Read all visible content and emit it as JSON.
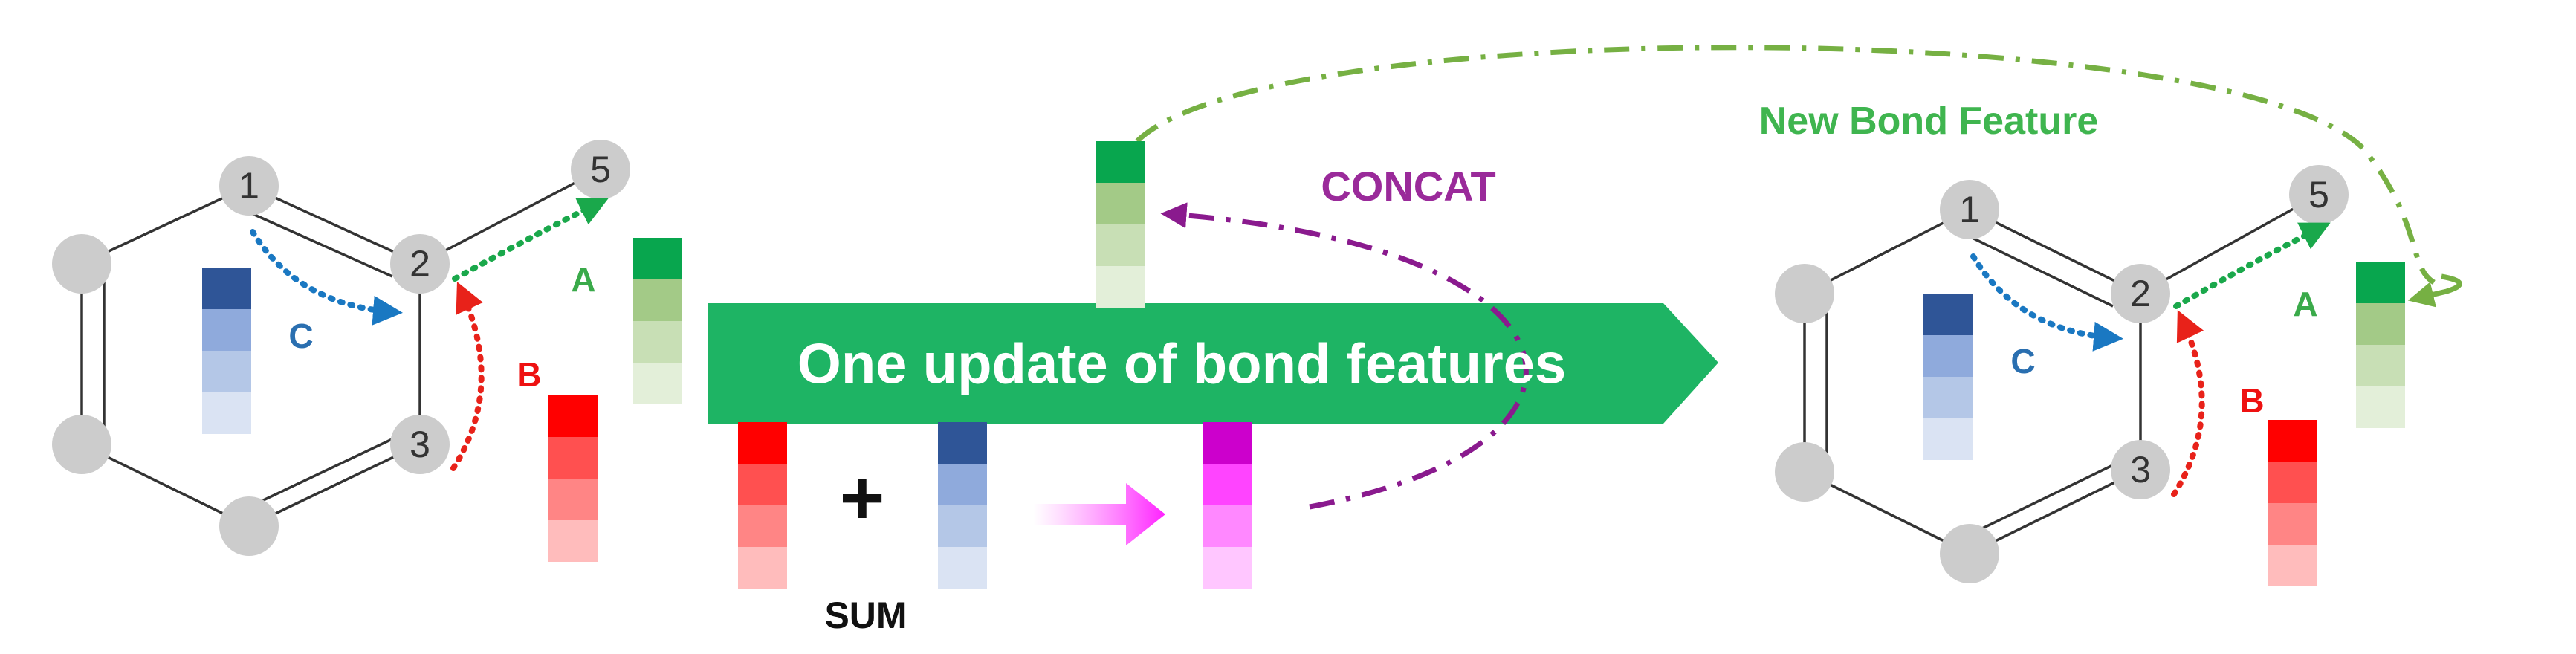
{
  "banner": {
    "text": "One update of bond features"
  },
  "operations": {
    "concat": "CONCAT",
    "sum": "SUM",
    "plus": "+"
  },
  "new_feature_label": "New Bond Feature",
  "left_molecule": {
    "nodes": {
      "n1": "1",
      "n2": "2",
      "n3": "3",
      "n5": "5"
    },
    "labels": {
      "a": "A",
      "b": "B",
      "c": "C"
    }
  },
  "right_molecule": {
    "nodes": {
      "n1": "1",
      "n2": "2",
      "n3": "3",
      "n5": "5"
    },
    "labels": {
      "a": "A",
      "b": "B",
      "c": "C"
    }
  },
  "colors": {
    "banner": "#1eb464",
    "green_label": "#3aaa4a",
    "red_label": "#ee1111",
    "blue_label": "#2a6fb0",
    "concat": "#9a2a9a",
    "new_feature": "#3fb54f",
    "node_fill": "#cccccc",
    "edge": "#333333",
    "green_arrow": "#1aa84b",
    "red_arrow": "#e8221a",
    "blue_arrow": "#1a78c2",
    "olive_arrow": "#76b043",
    "purple_arrow": "#8a1a8e"
  },
  "features": {
    "green": [
      "#08a64e",
      "#a3ca87",
      "#c8dfb5",
      "#e3efd9"
    ],
    "red": [
      "#ff0000",
      "#ff5050",
      "#ff8585",
      "#ffbcbc"
    ],
    "blue": [
      "#2f5597",
      "#8faadc",
      "#b4c7e7",
      "#dae3f3"
    ],
    "magenta": [
      "#cc00cc",
      "#ff44ff",
      "#ff88ff",
      "#ffc6ff"
    ]
  }
}
